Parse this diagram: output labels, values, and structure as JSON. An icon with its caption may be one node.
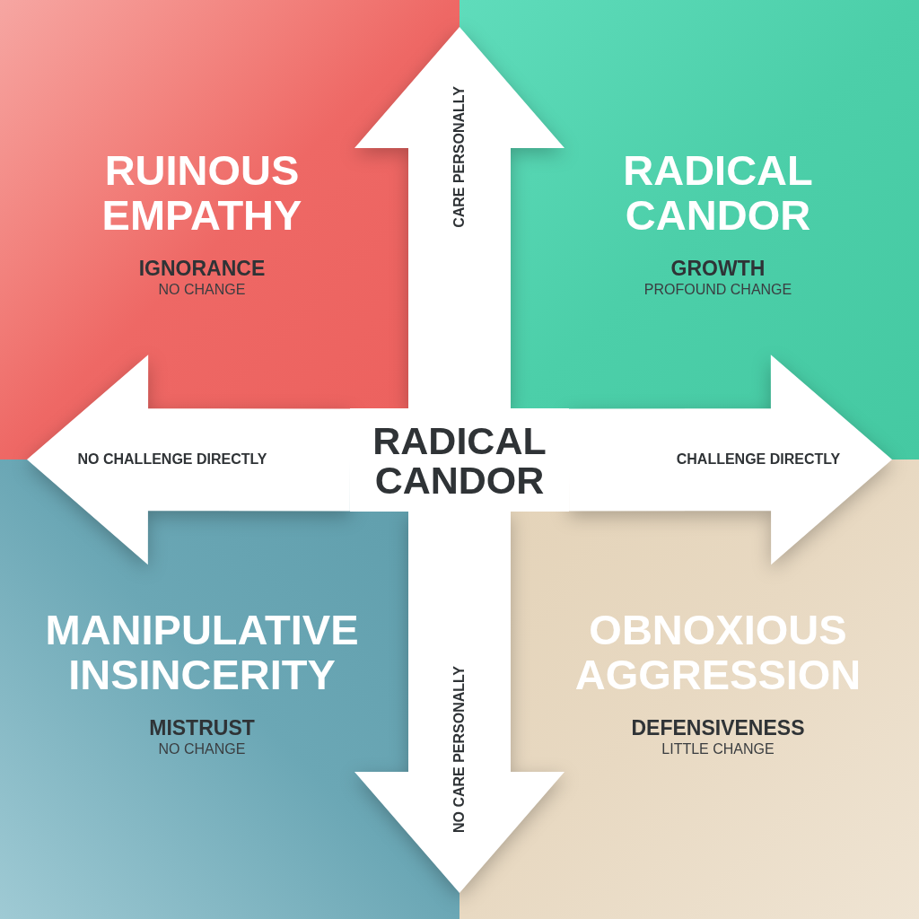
{
  "diagram": {
    "nodes": [
      {
        "text": [
          "RUINOUS EMPATHY",
          "IGNORANCE",
          "NO CHANGE"
        ]
      },
      {
        "text": [
          "RADICAL CANDOR",
          "GROWTH",
          "PROFOUND CHANGE"
        ]
      },
      {
        "text": [
          "MANIPULATIVE INSINCERITY",
          "MISTRUST",
          "NO CHANGE"
        ]
      },
      {
        "text": [
          "OBNOXIOUS AGGRESSION",
          "DEFENSIVENESS",
          "LITTLE CHANGE"
        ]
      },
      {
        "text": [
          "RADICAL CANDOR"
        ]
      }
    ],
    "edges": [
      {
        "from": 4,
        "to": null,
        "arrow": "to",
        "label": "CARE PERSONALLY"
      },
      {
        "from": 4,
        "to": null,
        "arrow": "to",
        "label": "NO CHALLENGE DIRECTLY"
      },
      {
        "from": 4,
        "to": null,
        "arrow": "to",
        "label": "CHALLENGE DIRECTLY"
      },
      {
        "from": 4,
        "to": null,
        "arrow": "to",
        "label": "NO CARE PERSONALLY"
      }
    ]
  }
}
